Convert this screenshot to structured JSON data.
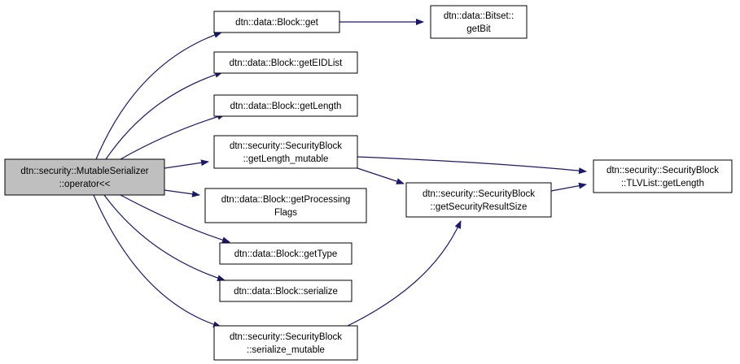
{
  "colors": {
    "edge": "#191970",
    "node_border": "#000000",
    "node_fill": "#ffffff",
    "root_fill": "#bfbfbf"
  },
  "nodes": [
    {
      "id": "root",
      "lines": [
        "dtn::security::MutableSerializer",
        "::operator<<"
      ],
      "root": true
    },
    {
      "id": "block-get",
      "lines": [
        "dtn::data::Block::get"
      ]
    },
    {
      "id": "bitset-getbit",
      "lines": [
        "dtn::data::Bitset::",
        "getBit"
      ]
    },
    {
      "id": "block-geteidlist",
      "lines": [
        "dtn::data::Block::getEIDList"
      ]
    },
    {
      "id": "block-getlength",
      "lines": [
        "dtn::data::Block::getLength"
      ]
    },
    {
      "id": "secblock-getlength-mutable",
      "lines": [
        "dtn::security::SecurityBlock",
        "::getLength_mutable"
      ]
    },
    {
      "id": "block-getprocessingflags",
      "lines": [
        "dtn::data::Block::getProcessing",
        "Flags"
      ]
    },
    {
      "id": "block-gettype",
      "lines": [
        "dtn::data::Block::getType"
      ]
    },
    {
      "id": "block-serialize",
      "lines": [
        "dtn::data::Block::serialize"
      ]
    },
    {
      "id": "secblock-serialize-mutable",
      "lines": [
        "dtn::security::SecurityBlock",
        "::serialize_mutable"
      ]
    },
    {
      "id": "secblock-getsecurityresultsize",
      "lines": [
        "dtn::security::SecurityBlock",
        "::getSecurityResultSize"
      ]
    },
    {
      "id": "tlvlist-getlength",
      "lines": [
        "dtn::security::SecurityBlock",
        "::TLVList::getLength"
      ]
    }
  ],
  "edges": [
    {
      "from": "root",
      "to": "block-get"
    },
    {
      "from": "root",
      "to": "block-geteidlist"
    },
    {
      "from": "root",
      "to": "block-getlength"
    },
    {
      "from": "root",
      "to": "secblock-getlength-mutable"
    },
    {
      "from": "root",
      "to": "block-getprocessingflags"
    },
    {
      "from": "root",
      "to": "block-gettype"
    },
    {
      "from": "root",
      "to": "block-serialize"
    },
    {
      "from": "root",
      "to": "secblock-serialize-mutable"
    },
    {
      "from": "block-get",
      "to": "bitset-getbit"
    },
    {
      "from": "secblock-getlength-mutable",
      "to": "tlvlist-getlength"
    },
    {
      "from": "secblock-getlength-mutable",
      "to": "secblock-getsecurityresultsize"
    },
    {
      "from": "secblock-getsecurityresultsize",
      "to": "tlvlist-getlength"
    },
    {
      "from": "secblock-serialize-mutable",
      "to": "secblock-getsecurityresultsize"
    }
  ]
}
